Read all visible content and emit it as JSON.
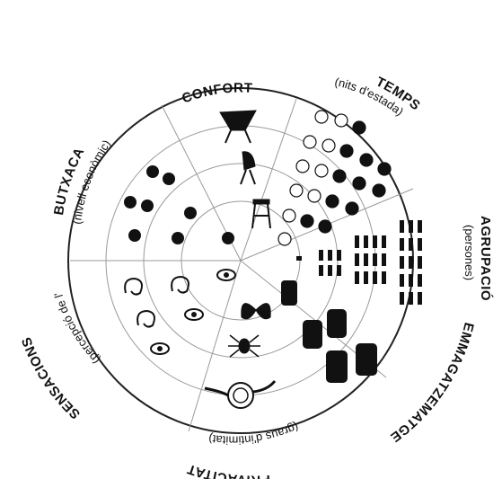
{
  "sectors": [
    {
      "id": "confort",
      "title": "CONFORT",
      "subtitle": ""
    },
    {
      "id": "temps",
      "title": "TEMPS",
      "subtitle": "(nits d'estada)"
    },
    {
      "id": "agrupacio",
      "title": "AGRUPACIÓ",
      "subtitle": "(persones)"
    },
    {
      "id": "emmagatzematge",
      "title": "EMMAGATZEMATGE",
      "subtitle": ""
    },
    {
      "id": "privacitat",
      "title": "PRIVACITAT",
      "subtitle": "(graus d'intimitat)"
    },
    {
      "id": "sensacions",
      "title": "SENSACIONS",
      "subtitle": "(percepció de l'exterior)"
    },
    {
      "id": "butxaca",
      "title": "BUTXACA",
      "subtitle": "(nivell econòmic)"
    }
  ],
  "icons": {
    "confort": [
      "butterfly-chair-icon",
      "lounge-chair-icon",
      "stool-icon"
    ],
    "temps": "moon-phase-icon",
    "agrupacio": "person-icon",
    "emmagatzematge": "backpack-icon",
    "privacitat": [
      "butterfly-icon",
      "spider-icon",
      "snail-icon"
    ],
    "sensacions": [
      "ear-icon",
      "eye-icon"
    ],
    "butxaca": "coin-icon"
  },
  "colors": {
    "ink": "#111111",
    "rings": "#999999"
  }
}
